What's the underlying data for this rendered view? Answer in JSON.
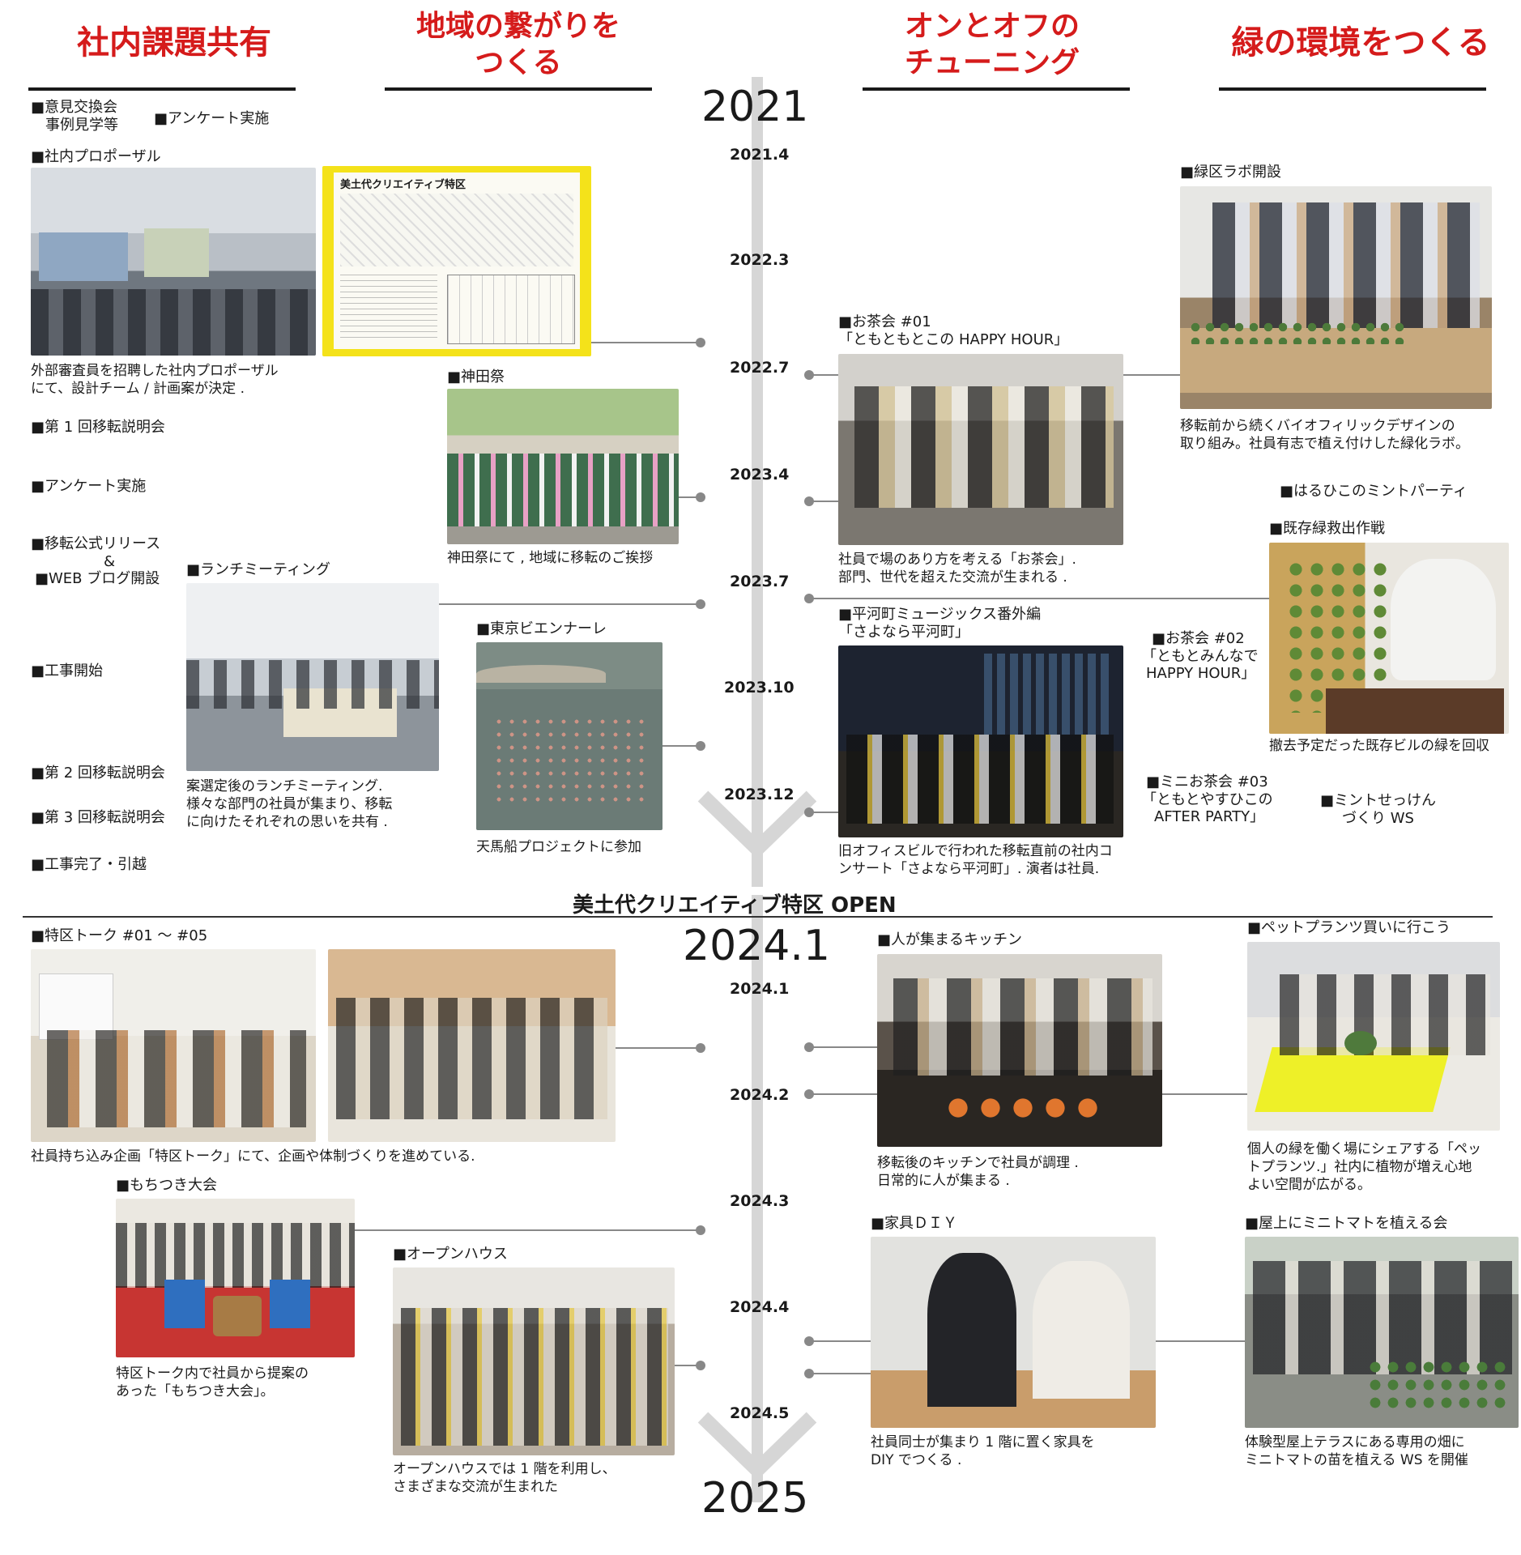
{
  "headers": {
    "h1": "社内課題共有",
    "h2_l1": "地域の繋がりを",
    "h2_l2": "つくる",
    "h3_l1": "オンとオフの",
    "h3_l2": "チューニング",
    "h4": "緑の環境をつくる"
  },
  "years": {
    "y2021": "2021",
    "y2024": "2024.1",
    "y2025": "2025"
  },
  "dates": [
    "2021.4",
    "2022.3",
    "2022.7",
    "2023.4",
    "2023.7",
    "2023.10",
    "2023.12",
    "2024.1",
    "2024.2",
    "2024.3",
    "2024.4",
    "2024.5"
  ],
  "open_title": "美土代クリエイティブ特区 OPEN",
  "col1": {
    "ikenkoukan_l1": "■意見交換会",
    "ikenkoukan_l2": "事例見学等",
    "survey1": "■アンケート実施",
    "proposal": "■社内プロポーザル",
    "proposal_cap_l1": "外部審査員を招聘した社内プロポーザル",
    "proposal_cap_l2": "にて、設計チーム / 計画案が決定 .",
    "briefing1": "■第 1 回移転説明会",
    "survey2": "■アンケート実施",
    "release_l1": "■移転公式リリース",
    "release_l2": "&",
    "release_l3": "■WEB ブログ開設",
    "lunch": "■ランチミーティング",
    "lunch_cap_l1": "案選定後のランチミーティング.",
    "lunch_cap_l2": "様々な部門の社員が集まり、移転",
    "lunch_cap_l3": "に向けたそれぞれの思いを共有 .",
    "construction_start": "■工事開始",
    "briefing2": "■第 2 回移転説明会",
    "briefing3": "■第 3 回移転説明会",
    "construction_end": "■工事完了・引越"
  },
  "col2": {
    "poster_title": "美土代クリエイティブ特区",
    "kanda": "■神田祭",
    "kanda_cap": "神田祭にて , 地域に移転のご挨拶",
    "biennale": "■東京ビエンナーレ",
    "biennale_cap": "天馬船プロジェクトに参加"
  },
  "col3": {
    "ochakai1_l1": "■お茶会 #01",
    "ochakai1_l2": "「ともともとこの HAPPY HOUR」",
    "ochakai1_cap_l1": "社員で場のあり方を考える「お茶会」.",
    "ochakai1_cap_l2": "部門、世代を超えた交流が生まれる .",
    "hirakawa_l1": "■平河町ミュージックス番外編",
    "hirakawa_l2": "「さよなら平河町」",
    "hirakawa_cap_l1": "旧オフィスビルで行われた移転直前の社内コ",
    "hirakawa_cap_l2": "ンサート「さよなら平河町」. 演者は社員.",
    "ochakai2_l1": "■お茶会 #02",
    "ochakai2_l2": "「ともとみんなで",
    "ochakai2_l3": "HAPPY HOUR」",
    "mini_l1": "■ミニお茶会 #03",
    "mini_l2": "「ともとやすひこの",
    "mini_l3": "AFTER PARTY」"
  },
  "col4": {
    "labo": "■緑区ラボ開設",
    "labo_cap_l1": "移転前から続くバイオフィリックデザインの",
    "labo_cap_l2": "取り組み。社員有志で植え付けした緑化ラボ。",
    "mint_party": "■はるひこのミントパーティ",
    "rescue": "■既存緑救出作戦",
    "rescue_cap": "撤去予定だった既存ビルの緑を回収",
    "soap_l1": "■ミントせっけん",
    "soap_l2": "づくり WS"
  },
  "bottom": {
    "talk": "■特区トーク #01 ～ #05",
    "talk_cap": "社員持ち込み企画「特区トーク」にて、企画や体制づくりを進めている.",
    "mochi": "■もちつき大会",
    "mochi_cap_l1": "特区トーク内で社員から提案の",
    "mochi_cap_l2": "あった「もちつき大会」。",
    "openhouse": "■オープンハウス",
    "openhouse_cap_l1": "オープンハウスでは 1 階を利用し、",
    "openhouse_cap_l2": "さまざまな交流が生まれた",
    "kitchen": "■人が集まるキッチン",
    "kitchen_cap_l1": "移転後のキッチンで社員が調理 .",
    "kitchen_cap_l2": "日常的に人が集まる .",
    "diy": "■家具ＤＩＹ",
    "diy_cap_l1": "社員同士が集まり 1 階に置く家具を",
    "diy_cap_l2": "DIY でつくる .",
    "pet": "■ペットプランツ買いに行こう",
    "pet_cap_l1": "個人の緑を働く場にシェアする「ペッ",
    "pet_cap_l2": "トプランツ.」社内に植物が増え心地",
    "pet_cap_l3": "よい空間が広がる。",
    "tomato": "■屋上にミニトマトを植える会",
    "tomato_cap_l1": "体験型屋上テラスにある専用の畑に",
    "tomato_cap_l2": "ミニトマトの苗を植える WS を開催"
  },
  "colors": {
    "heading_red": "#d51b1b",
    "timeline_gray": "#d6d6d6",
    "poster_yellow": "#f4e21a"
  }
}
